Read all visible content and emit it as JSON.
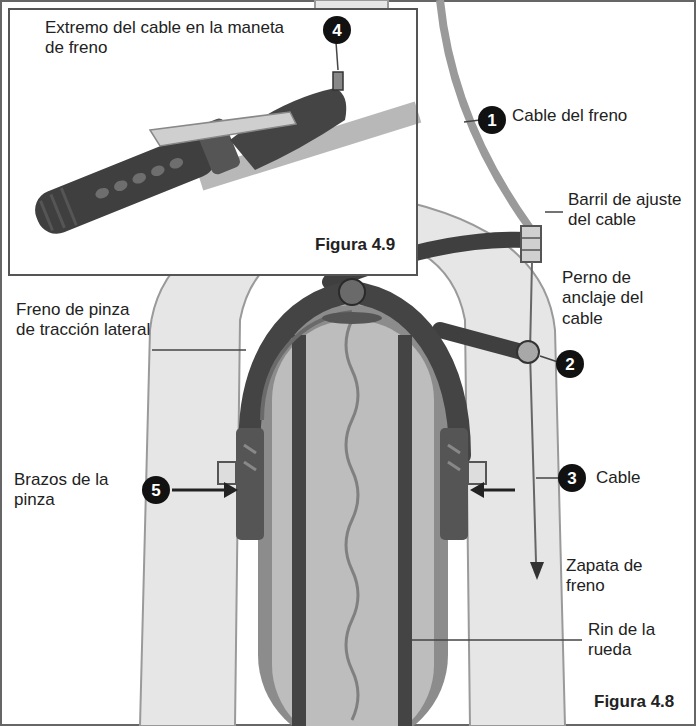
{
  "diagram": {
    "nodes": [
      {
        "text": [
          "Extremo del cable en la maneta de freno",
          "Figura 4.9"
        ]
      }
    ],
    "labels": [
      "4",
      "1",
      "Cable del freno",
      "Barril de ajuste del cable",
      "Perno de anclaje del cable",
      "2",
      "Freno de pinza de tracción lateral",
      "Brazos de la pinza",
      "5",
      "3",
      "Cable",
      "Zapata de freno",
      "Rin de la rueda",
      "Figura 4.8"
    ]
  }
}
